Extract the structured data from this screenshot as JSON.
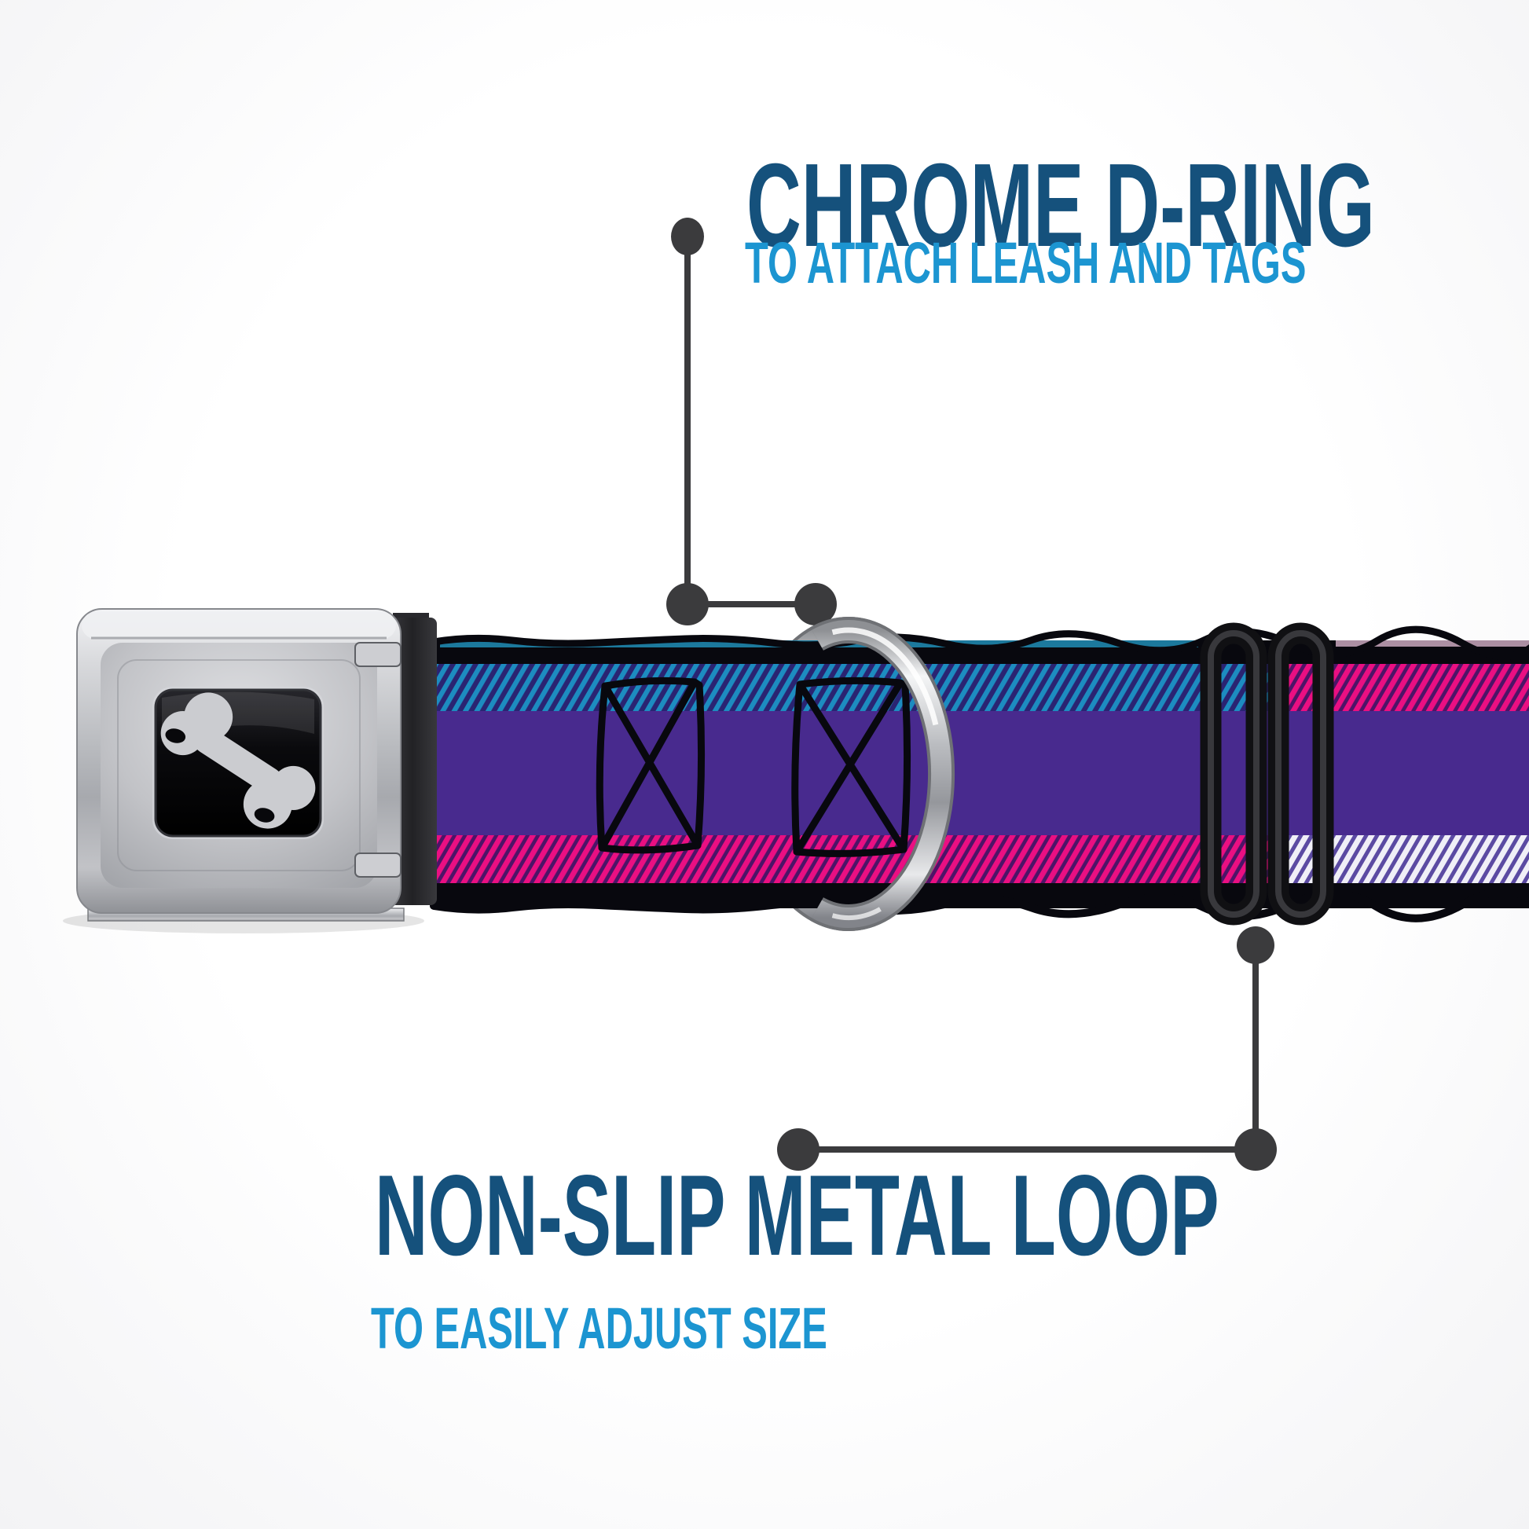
{
  "meta": {
    "kind": "product-feature-annotation",
    "subject": "dog collar with seatbelt buckle"
  },
  "callouts": {
    "dring": {
      "title": "CHROME D-RING",
      "subtitle": "TO ATTACH LEASH AND TAGS"
    },
    "loop": {
      "title": "NON-SLIP METAL LOOP",
      "subtitle": "TO EASILY ADJUST SIZE"
    }
  },
  "icons": {
    "bone_icon": "dog-bone-logo"
  },
  "colors": {
    "title": "#15517C",
    "subtitle": "#1C95D1",
    "leader": "#3B3B3D",
    "strap_purple": "#482A8E",
    "stripe_blue": "#1D8CC0",
    "stripe_blue_bg": "#2A2472",
    "stripe_pink": "#EA0F82",
    "stripe_pink_bg": "#4D1467",
    "stripe_white": "#F0EFF7",
    "stripe_white_bg": "#5B4AA2",
    "edge_black": "#08080E",
    "edge_cyan": "#1F86AD",
    "edge_pink": "#E3BCD6",
    "slider_black": "#101013",
    "bone": "#CBCCD0",
    "window_black": "#08080B"
  }
}
